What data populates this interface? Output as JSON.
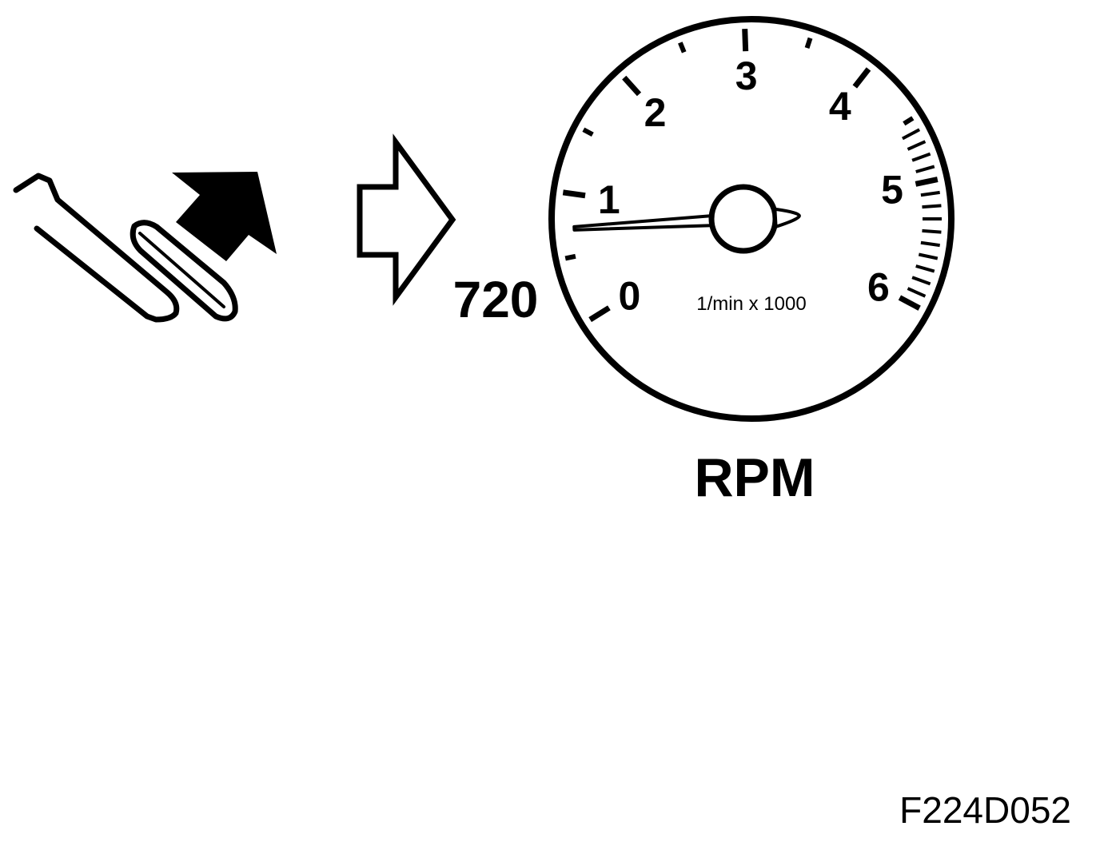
{
  "diagram": {
    "rpm_reading_label": "720",
    "unit_label": "1/min x 1000",
    "gauge_title": "RPM",
    "figure_code": "F224D052",
    "dial_numbers": [
      "0",
      "1",
      "2",
      "3",
      "4",
      "5",
      "6"
    ],
    "needle_value": 0.72,
    "icons": {
      "pedal": "accelerator-pedal-icon",
      "release_arrow": "release-arrow-icon",
      "result_arrow": "outline-right-arrow-icon"
    },
    "colors": {
      "ink": "#000000",
      "paper": "#ffffff"
    }
  }
}
